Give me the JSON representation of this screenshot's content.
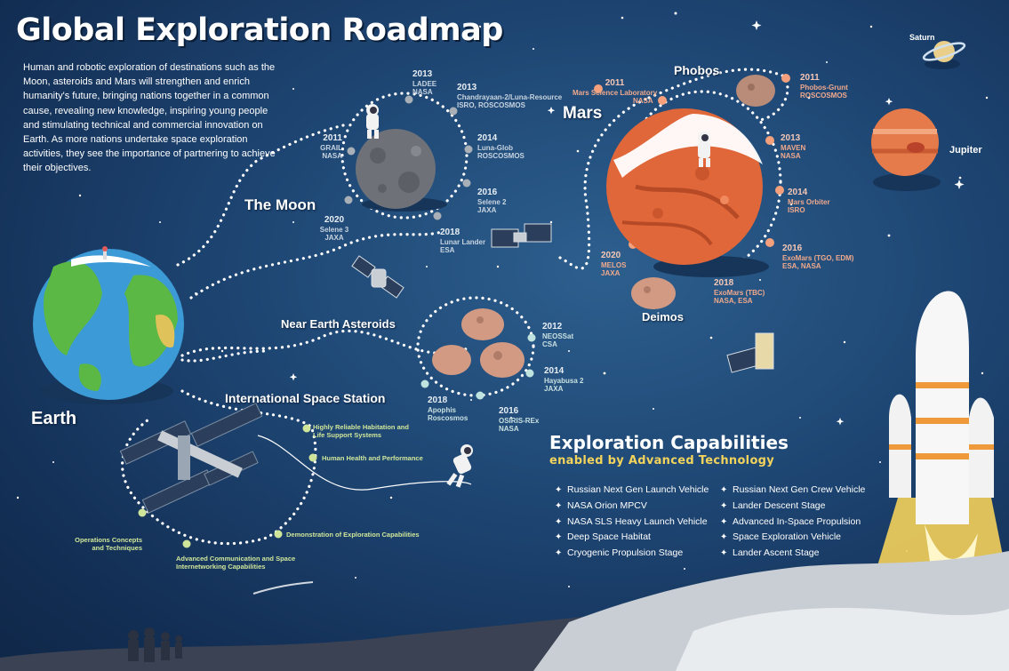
{
  "title": "Global Exploration Roadmap",
  "intro": "Human and robotic exploration of destinations such as the Moon, asteroids and Mars will strengthen and enrich humanity's future, bringing nations together in a common cause, revealing new knowledge, inspiring young people and stimulating technical and commercial innovation on Earth. As more nations undertake space exploration activities, they see the importance of partnering to achieve their objectives.",
  "destinations": {
    "earth": "Earth",
    "moon": "The Moon",
    "asteroids": "Near Earth Asteroids",
    "iss": "International Space Station",
    "mars": "Mars",
    "phobos": "Phobos",
    "deimos": "Deimos",
    "saturn": "Saturn",
    "jupiter": "Jupiter"
  },
  "moon_missions": [
    {
      "year": "2013",
      "name": "LADEE",
      "agency": "NASA"
    },
    {
      "year": "2013",
      "name": "Chandrayaan-2/Luna-Resource",
      "agency": "ISRO, ROSCOSMOS"
    },
    {
      "year": "2011",
      "name": "GRAIL",
      "agency": "NASA"
    },
    {
      "year": "2014",
      "name": "Luna-Glob",
      "agency": "ROSCOSMOS"
    },
    {
      "year": "2016",
      "name": "Selene 2",
      "agency": "JAXA"
    },
    {
      "year": "2020",
      "name": "Selene 3",
      "agency": "JAXA"
    },
    {
      "year": "2018",
      "name": "Lunar Lander",
      "agency": "ESA"
    }
  ],
  "asteroid_missions": [
    {
      "year": "2012",
      "name": "NEOSSat",
      "agency": "CSA"
    },
    {
      "year": "2014",
      "name": "Hayabusa 2",
      "agency": "JAXA"
    },
    {
      "year": "2016",
      "name": "OSIRIS-REx",
      "agency": "NASA"
    },
    {
      "year": "2018",
      "name": "Apophis",
      "agency": "Roscosmos"
    }
  ],
  "mars_missions": [
    {
      "year": "2011",
      "name": "Mars Science Laboratory",
      "agency": "NASA"
    },
    {
      "year": "2011",
      "name": "Phobos-Grunt",
      "agency": "ROSCOSMOS"
    },
    {
      "year": "2013",
      "name": "MAVEN",
      "agency": "NASA"
    },
    {
      "year": "2014",
      "name": "Mars Orbiter",
      "agency": "ISRO"
    },
    {
      "year": "2016",
      "name": "ExoMars (TGO, EDM)",
      "agency": "ESA, NASA"
    },
    {
      "year": "2018",
      "name": "ExoMars (TBC)",
      "agency": "NASA, ESA"
    },
    {
      "year": "2020",
      "name": "MELOS",
      "agency": "JAXA"
    }
  ],
  "iss_items": [
    "Highly Reliable Habitation and Life Support Systems",
    "Human Health and Performance",
    "Demonstration of Exploration Capabilities",
    "Advanced Communication and Space Internetworking Capabilities",
    "Operations Concepts and Techniques"
  ],
  "capabilities": {
    "title": "Exploration Capabilities",
    "subtitle": "enabled by Advanced Technology",
    "left": [
      "Russian Next Gen Launch Vehicle",
      "NASA Orion MPCV",
      "NASA SLS Heavy Launch Vehicle",
      "Deep Space Habitat",
      "Cryogenic Propulsion Stage"
    ],
    "right": [
      "Russian Next Gen Crew Vehicle",
      "Lander Descent Stage",
      "Advanced In-Space Propulsion",
      "Space Exploration Vehicle",
      "Lander Ascent Stage"
    ]
  },
  "colors": {
    "space": "#1d4471",
    "mars": "#e0673a",
    "moon": "#6e7178",
    "dots": "#ffffff",
    "iss_dot": "#cfe69a",
    "accent": "#f2d45c"
  }
}
